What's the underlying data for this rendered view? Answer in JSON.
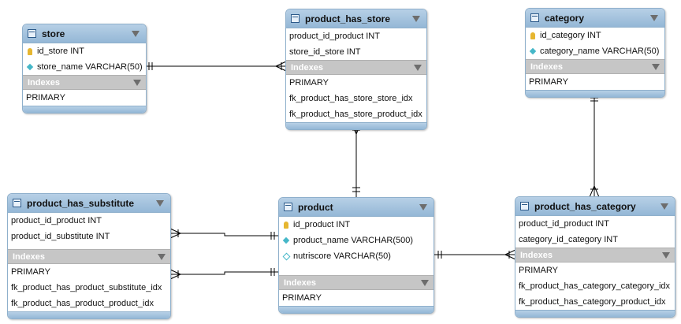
{
  "tables": {
    "store": {
      "name": "store",
      "columns": [
        {
          "label": "id_store INT",
          "icon": "primary-key-icon"
        },
        {
          "label": "store_name VARCHAR(50)",
          "icon": "column-diamond-icon"
        }
      ],
      "indexes_label": "Indexes",
      "indexes": [
        "PRIMARY"
      ]
    },
    "product_has_store": {
      "name": "product_has_store",
      "columns": [
        {
          "label": "product_id_product INT",
          "icon": ""
        },
        {
          "label": "store_id_store INT",
          "icon": ""
        }
      ],
      "indexes_label": "Indexes",
      "indexes": [
        "PRIMARY",
        "fk_product_has_store_store_idx",
        "fk_product_has_store_product_idx"
      ]
    },
    "category": {
      "name": "category",
      "columns": [
        {
          "label": "id_category INT",
          "icon": "primary-key-icon"
        },
        {
          "label": "category_name VARCHAR(50)",
          "icon": "column-diamond-icon"
        }
      ],
      "indexes_label": "Indexes",
      "indexes": [
        "PRIMARY"
      ]
    },
    "product_has_substitute": {
      "name": "product_has_substitute",
      "columns": [
        {
          "label": "product_id_product INT",
          "icon": ""
        },
        {
          "label": "product_id_substitute INT",
          "icon": ""
        }
      ],
      "indexes_label": "Indexes",
      "indexes": [
        "PRIMARY",
        "fk_product_has_product_substitute_idx",
        "fk_product_has_product_product_idx"
      ]
    },
    "product": {
      "name": "product",
      "columns": [
        {
          "label": "id_product INT",
          "icon": "primary-key-icon"
        },
        {
          "label": "product_name VARCHAR(500)",
          "icon": "column-diamond-icon"
        },
        {
          "label": "nutriscore VARCHAR(50)",
          "icon": "nullable-diamond-icon"
        }
      ],
      "indexes_label": "Indexes",
      "indexes": [
        "PRIMARY"
      ]
    },
    "product_has_category": {
      "name": "product_has_category",
      "columns": [
        {
          "label": "product_id_product INT",
          "icon": ""
        },
        {
          "label": "category_id_category INT",
          "icon": ""
        }
      ],
      "indexes_label": "Indexes",
      "indexes": [
        "PRIMARY",
        "fk_product_has_category_category_idx",
        "fk_product_has_category_product_idx"
      ]
    }
  },
  "colors": {
    "header": "#a7c4df",
    "indexes_bar": "#c6c6c6",
    "key": "#e6b630",
    "diamond": "#45b7c8",
    "link": "#000000"
  }
}
